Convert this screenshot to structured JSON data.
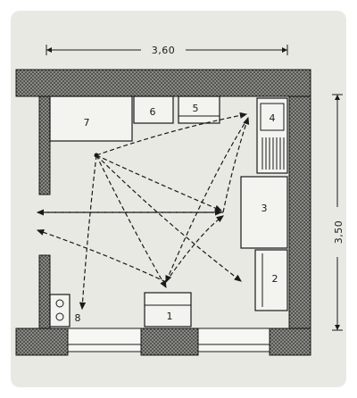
{
  "plan": {
    "dimensions": {
      "width": "3,60",
      "height": "3,50"
    },
    "fixtures": [
      {
        "id": "7",
        "label": "7"
      },
      {
        "id": "6",
        "label": "6"
      },
      {
        "id": "5",
        "label": "5"
      },
      {
        "id": "4",
        "label": "4"
      },
      {
        "id": "3",
        "label": "3"
      },
      {
        "id": "2",
        "label": "2"
      },
      {
        "id": "1",
        "label": "1"
      },
      {
        "id": "8",
        "label": "8"
      }
    ]
  }
}
